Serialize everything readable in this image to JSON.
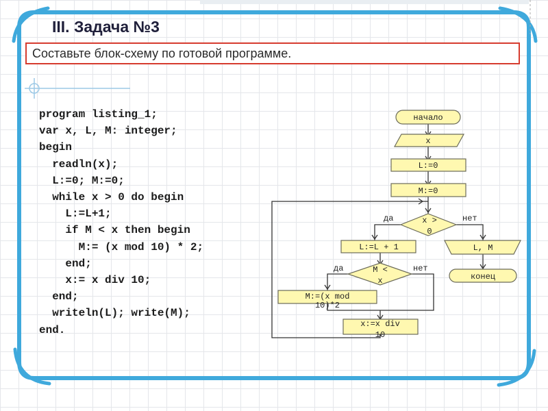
{
  "header": {
    "section": "III.",
    "title": "Задача №3"
  },
  "task": {
    "text": "Составьте блок-схему по готовой программе."
  },
  "program": {
    "lines": [
      "program listing_1;",
      "var x, L, M: integer;",
      "begin",
      "  readln(x);",
      "  L:=0; M:=0;",
      "  while x > 0 do begin",
      "    L:=L+1;",
      "    if M < x then begin",
      "      M:= (x mod 10) * 2;",
      "    end;",
      "    x:= x div 10;",
      "  end;",
      "  writeln(L); write(M);",
      "end."
    ]
  },
  "flowchart": {
    "start": "начало",
    "input": "x",
    "init_l": "L:=0",
    "init_m": "M:=0",
    "cond1": {
      "line1": "x >",
      "line2": "0"
    },
    "cond1_yes": "да",
    "cond1_no": "нет",
    "inc_l": "L:=L + 1",
    "cond2": {
      "line1": "M <",
      "line2": "x"
    },
    "cond2_yes": "да",
    "cond2_no": "нет",
    "assign_m": {
      "line1": "M:=(x mod",
      "line2": "10)*2"
    },
    "div_x": {
      "line1": "x:=x div",
      "line2": "10"
    },
    "output": "L, M",
    "end": "конец"
  },
  "colors": {
    "frame": "#3fa9dc",
    "frame_dark": "#2b8cc4",
    "box_fill": "#fff8b0",
    "box_stroke": "#6b6b5a",
    "task_border": "#d63b2e",
    "title_text": "#1f1f3a",
    "grid": "#e4e6ea"
  }
}
